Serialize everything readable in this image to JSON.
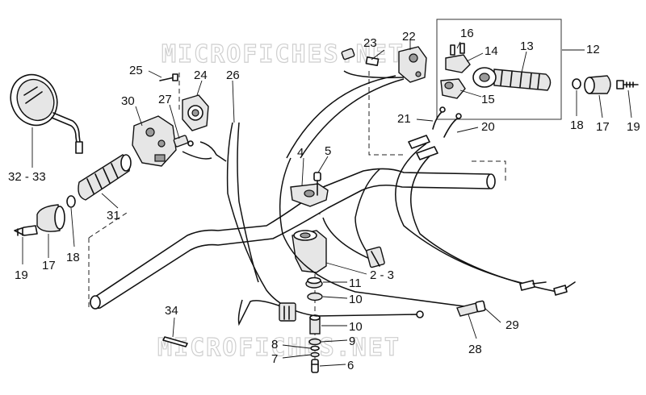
{
  "watermarks": [
    "MICROFICHES.NET",
    "MICROFICHES.NET"
  ],
  "labels": [
    {
      "name": "label-2-3",
      "text": "2 - 3"
    },
    {
      "name": "label-4",
      "text": "4"
    },
    {
      "name": "label-5",
      "text": "5"
    },
    {
      "name": "label-6",
      "text": "6"
    },
    {
      "name": "label-7",
      "text": "7"
    },
    {
      "name": "label-8",
      "text": "8"
    },
    {
      "name": "label-9",
      "text": "9"
    },
    {
      "name": "label-10a",
      "text": "10"
    },
    {
      "name": "label-10b",
      "text": "10"
    },
    {
      "name": "label-11",
      "text": "11"
    },
    {
      "name": "label-12",
      "text": "12"
    },
    {
      "name": "label-13",
      "text": "13"
    },
    {
      "name": "label-14",
      "text": "14"
    },
    {
      "name": "label-15",
      "text": "15"
    },
    {
      "name": "label-16",
      "text": "16"
    },
    {
      "name": "label-17a",
      "text": "17"
    },
    {
      "name": "label-17b",
      "text": "17"
    },
    {
      "name": "label-18a",
      "text": "18"
    },
    {
      "name": "label-18b",
      "text": "18"
    },
    {
      "name": "label-19a",
      "text": "19"
    },
    {
      "name": "label-19b",
      "text": "19"
    },
    {
      "name": "label-20",
      "text": "20"
    },
    {
      "name": "label-21",
      "text": "21"
    },
    {
      "name": "label-22",
      "text": "22"
    },
    {
      "name": "label-23",
      "text": "23"
    },
    {
      "name": "label-24",
      "text": "24"
    },
    {
      "name": "label-25",
      "text": "25"
    },
    {
      "name": "label-26",
      "text": "26"
    },
    {
      "name": "label-27",
      "text": "27"
    },
    {
      "name": "label-28",
      "text": "28"
    },
    {
      "name": "label-29",
      "text": "29"
    },
    {
      "name": "label-30",
      "text": "30"
    },
    {
      "name": "label-31",
      "text": "31"
    },
    {
      "name": "label-32-33",
      "text": "32 - 33"
    },
    {
      "name": "label-34",
      "text": "34"
    }
  ]
}
